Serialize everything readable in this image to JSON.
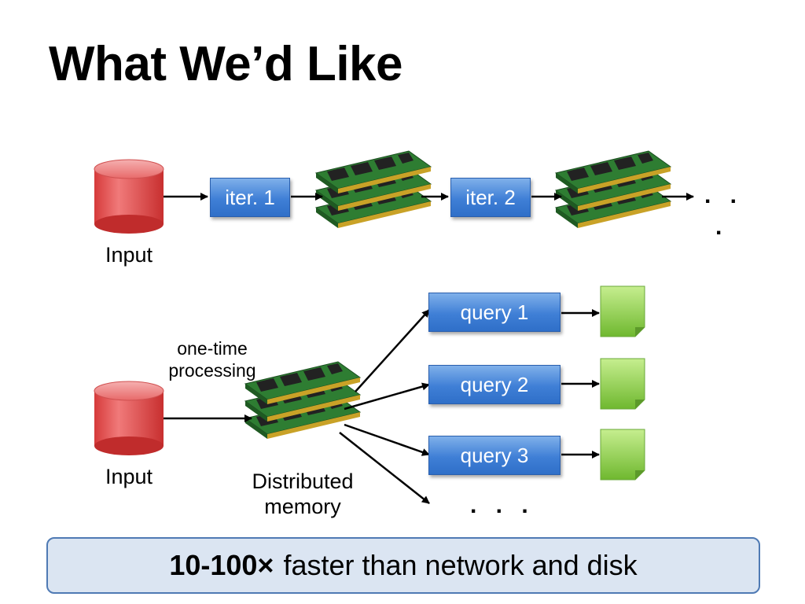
{
  "title": "What We’d Like",
  "top_row": {
    "input_label": "Input",
    "iter1": "iter. 1",
    "iter2": "iter. 2",
    "trailing_dots_line1": ". .",
    "trailing_dots_line2": "."
  },
  "bottom_row": {
    "input_label": "Input",
    "processing_label_line1": "one-time",
    "processing_label_line2": "processing",
    "memory_label_line1": "Distributed",
    "memory_label_line2": "memory",
    "queries": [
      "query 1",
      "query 2",
      "query 3"
    ],
    "more_dots": ". . ."
  },
  "banner": {
    "bold": "10-100×",
    "text": "faster than network and disk"
  },
  "colors": {
    "cylinder": "#e04848",
    "query_box": "#4a86d8",
    "result_doc": "#8fd14f",
    "banner_bg": "#dbe5f2",
    "banner_border": "#4f7ab4"
  }
}
